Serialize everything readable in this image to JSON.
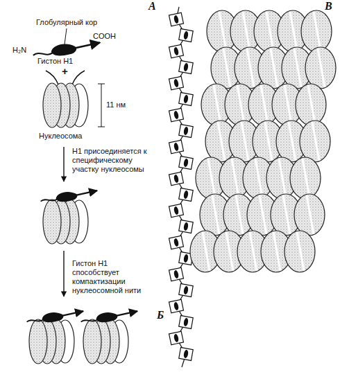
{
  "diagram": {
    "labels": [
      "А",
      "Глобулярный кор",
      "COOH",
      "H₂N",
      "Гистон H1",
      "+",
      "11 нм",
      "Нуклеосома",
      "H1 присоединяется к специфическому участку нуклеосомы",
      "Гистон H1 способствует компактизации нуклеосомной нити",
      "Б",
      "В"
    ]
  }
}
